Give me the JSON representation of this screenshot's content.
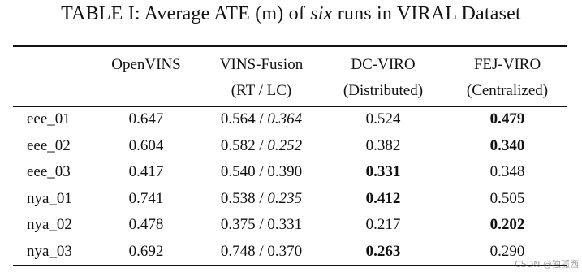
{
  "caption": {
    "prefix": "TABLE I: Average ATE (m) of ",
    "emph": "six",
    "suffix": " runs in VIRAL Dataset"
  },
  "headers": [
    {
      "line1": "OpenVINS",
      "line2": ""
    },
    {
      "line1": "VINS-Fusion",
      "line2": "(RT / LC)"
    },
    {
      "line1": "DC-VIRO",
      "line2": "(Distributed)"
    },
    {
      "line1": "FEJ-VIRO",
      "line2": "(Centralized)"
    }
  ],
  "rows": [
    {
      "label": "eee_01",
      "openvins": "0.647",
      "vins_rt": "0.564",
      "vins_lc": "0.364",
      "dcviro": "0.524",
      "fejviro": "0.479"
    },
    {
      "label": "eee_02",
      "openvins": "0.604",
      "vins_rt": "0.582",
      "vins_lc": "0.252",
      "dcviro": "0.382",
      "fejviro": "0.340"
    },
    {
      "label": "eee_03",
      "openvins": "0.417",
      "vins_rt": "0.540",
      "vins_lc": "0.390",
      "dcviro": "0.331",
      "fejviro": "0.348"
    },
    {
      "label": "nya_01",
      "openvins": "0.741",
      "vins_rt": "0.538",
      "vins_lc": "0.235",
      "dcviro": "0.412",
      "fejviro": "0.505"
    },
    {
      "label": "nya_02",
      "openvins": "0.478",
      "vins_rt": "0.375",
      "vins_lc": "0.331",
      "dcviro": "0.217",
      "fejviro": "0.202"
    },
    {
      "label": "nya_03",
      "openvins": "0.692",
      "vins_rt": "0.748",
      "vins_lc": "0.370",
      "dcviro": "0.263",
      "fejviro": "0.290"
    }
  ],
  "separator": " / ",
  "watermark": "CSDN @独孤西"
}
